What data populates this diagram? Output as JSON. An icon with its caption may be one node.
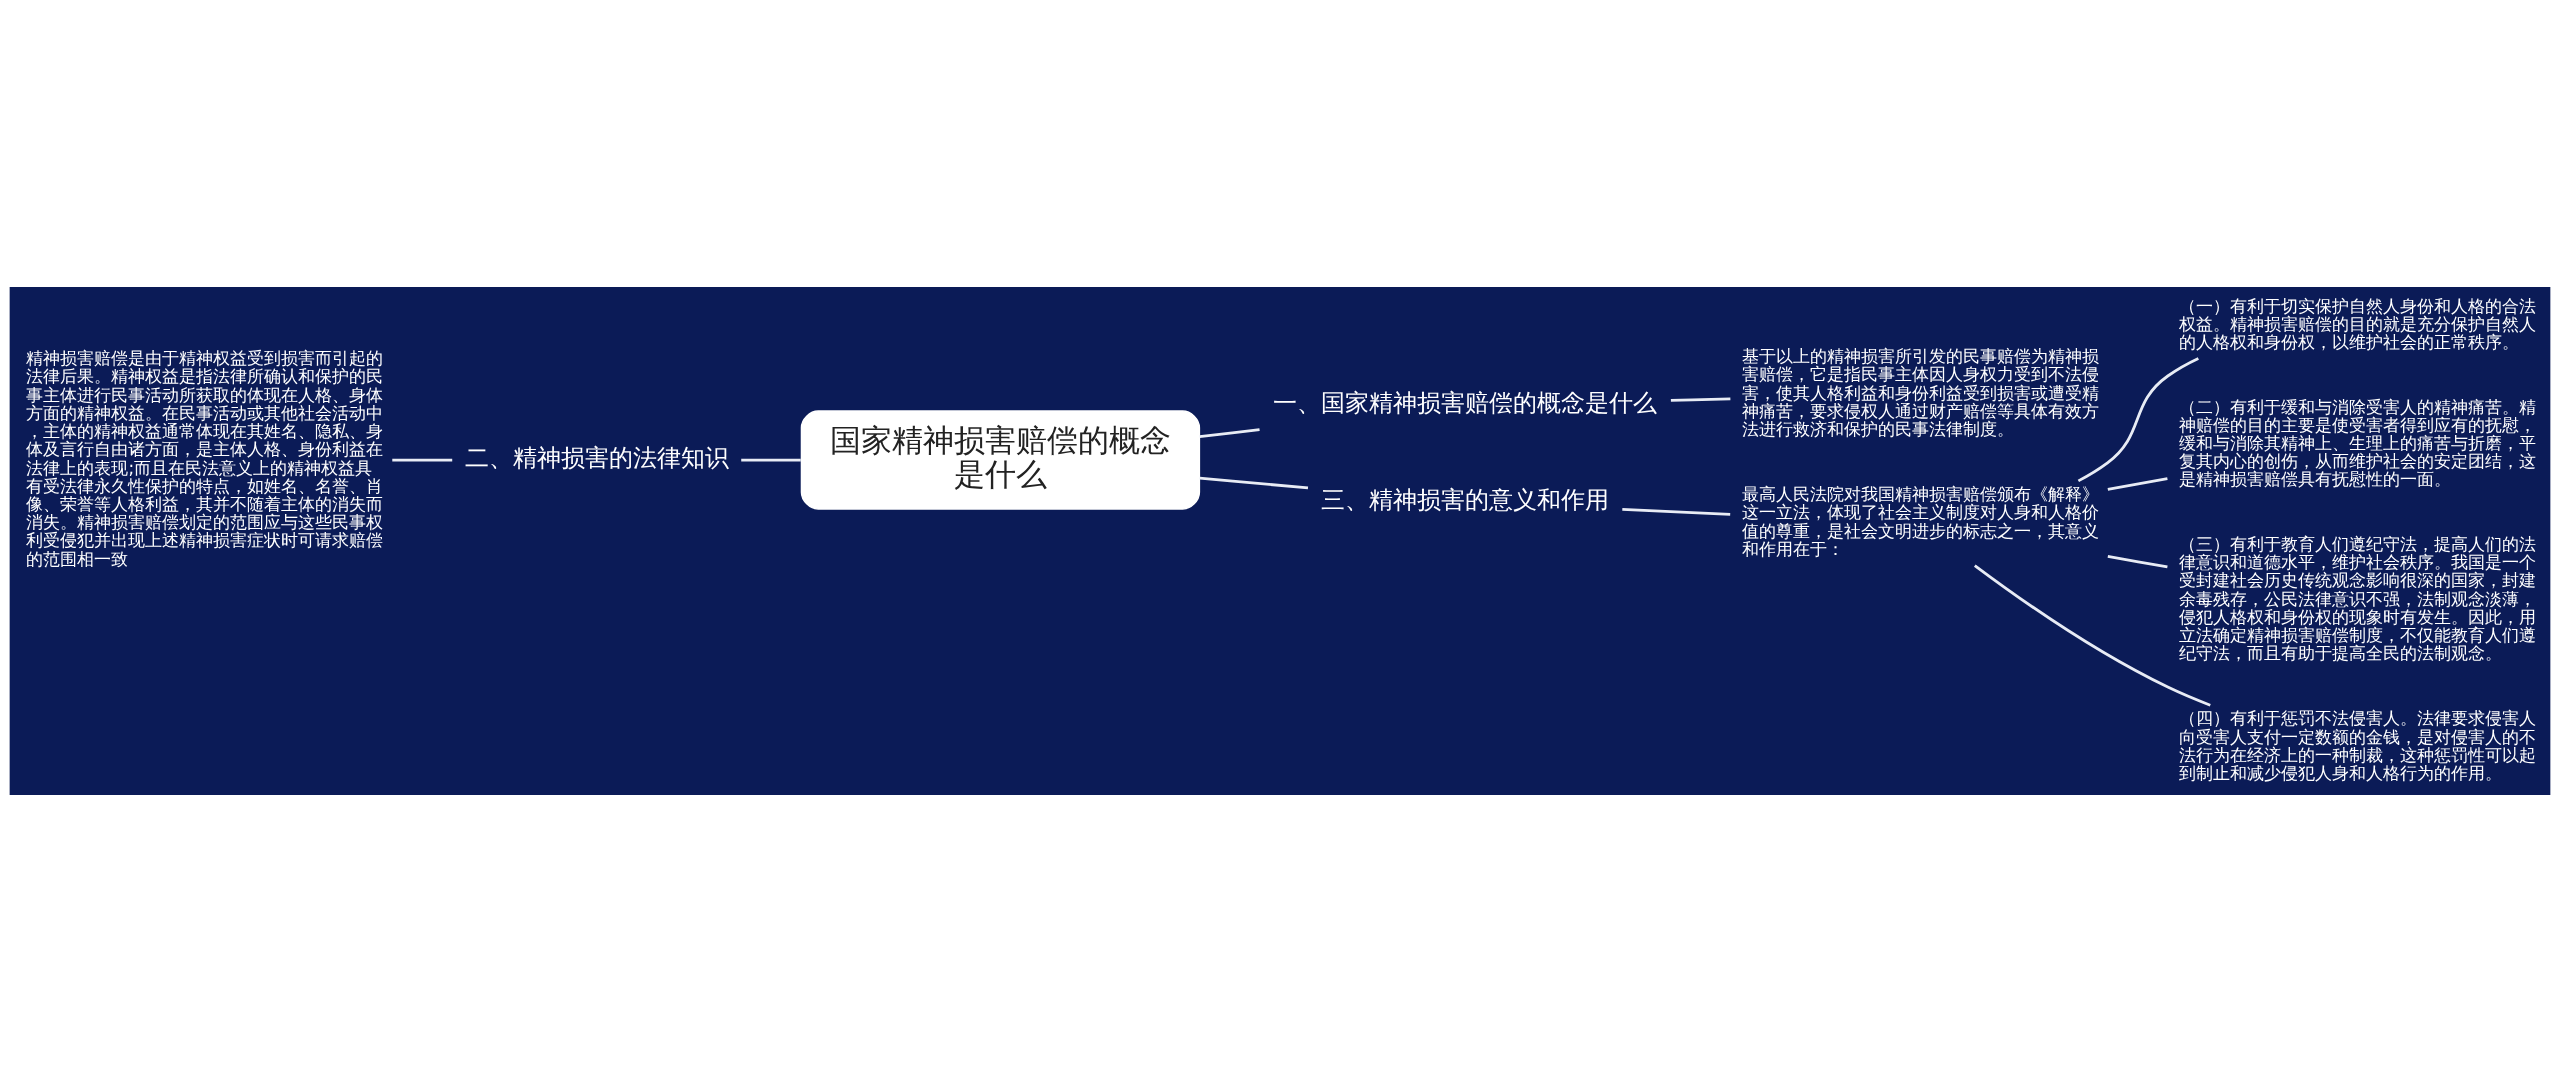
{
  "diagram": {
    "nodes": [
      {
        "text": [
          "国家精神损害赔偿的概念是什么"
        ]
      },
      {
        "text": [
          "一、国家精神损害赔偿的概念是什么"
        ]
      },
      {
        "text": [
          "基于以上的精神损害所引发的民事赔偿为精神损害赔偿，它是指民事主体因人身权力受到不法侵害，使其人格利益和身份利益受到损害或遭受精神痛苦，要求侵权人通过财产赔偿等具体有效方法进行救济和保护的民事法律制度。"
        ]
      },
      {
        "text": [
          "二、精神损害的法律知识"
        ]
      },
      {
        "text": [
          "精神损害赔偿是由于精神权益受到损害而引起的法律后果。精神权益是指法律所确认和保护的民事主体进行民事活动所获取的体现在人格、身体方面的精神权益。在民事活动或其他社会活动中，主体的精神权益通常体现在其姓名、隐私、身体及言行自由诸方面，是主体人格、身份利益在法律上的表现;而且在民法意义上的精神权益具有受法律永久性保护的特点，如姓名、名誉、肖像、荣誉等人格利益，其并不随着主体的消失而消失。精神损害赔偿划定的范围应与这些民事权利受侵犯并出现上述精神损害症状时可请求赔偿的范围相一致"
        ]
      },
      {
        "text": [
          "三、精神损害的意义和作用"
        ]
      },
      {
        "text": [
          "最高人民法院对我国精神损害赔偿颁布《解释》这一立法，体现了社会主义制度对人身和人格价值的尊重，是社会文明进步的标志之一，其意义和作用在于："
        ]
      },
      {
        "text": [
          "（一）有利于切实保护自然人身份和人格的合法权益。精神损害赔偿的目的就是充分保护自然人的人格权和身份权，以维护社会的正常秩序。"
        ]
      },
      {
        "text": [
          "（二）有利于缓和与消除受害人的精神痛苦。精神赔偿的目的主要是使受害者得到应有的抚慰，缓和与消除其精神上、生理上的痛苦与折磨，平复其内心的创伤，从而维护社会的安定团结，这是精神损害赔偿具有抚慰性的一面。"
        ]
      },
      {
        "text": [
          "（三）有利于教育人们遵纪守法，提高人们的法律意识和道德水平，维护社会秩序。我国是一个受封建社会历史传统观念影响很深的国家，封建余毒残存，公民法律意识不强，法制观念淡薄，侵犯人格权和身份权的现象时有发生。因此，用立法确定精神损害赔偿制度，不仅能教育人们遵纪守法，而且有助于提高全民的法制观念。"
        ]
      },
      {
        "text": [
          "（四）有利于惩罚不法侵害人。法律要求侵害人向受害人支付一定数额的金钱，是对侵害人的不法行为在经济上的一种制裁，这种惩罚性可以起到制止和减少侵犯人身和人格行为的作用。"
        ]
      }
    ],
    "edges": [
      {
        "from": 0,
        "to": 1,
        "arrow": "none"
      },
      {
        "from": 1,
        "to": 2,
        "arrow": "none"
      },
      {
        "from": 0,
        "to": 3,
        "arrow": "none"
      },
      {
        "from": 3,
        "to": 4,
        "arrow": "none"
      },
      {
        "from": 0,
        "to": 5,
        "arrow": "none"
      },
      {
        "from": 5,
        "to": 6,
        "arrow": "none"
      },
      {
        "from": 6,
        "to": 7,
        "arrow": "none"
      },
      {
        "from": 6,
        "to": 8,
        "arrow": "none"
      },
      {
        "from": 6,
        "to": 9,
        "arrow": "none"
      },
      {
        "from": 6,
        "to": 10,
        "arrow": "none"
      }
    ]
  }
}
